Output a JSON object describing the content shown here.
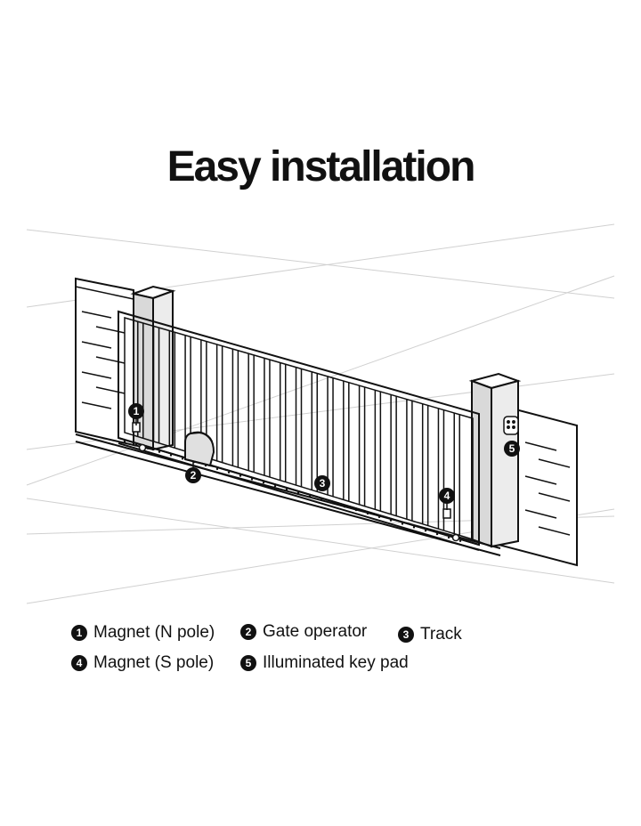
{
  "title": "Easy installation",
  "legend": [
    {
      "number": "1",
      "label": "Magnet (N pole)"
    },
    {
      "number": "2",
      "label": "Gate operator"
    },
    {
      "number": "3",
      "label": "Track"
    },
    {
      "number": "4",
      "label": "Magnet (S pole)"
    },
    {
      "number": "5",
      "label": "Illuminated key pad"
    }
  ],
  "markers": [
    "1",
    "2",
    "3",
    "4",
    "5"
  ],
  "colors": {
    "ink": "#111111",
    "post_fill": "#d9d9d9",
    "background": "#ffffff"
  }
}
